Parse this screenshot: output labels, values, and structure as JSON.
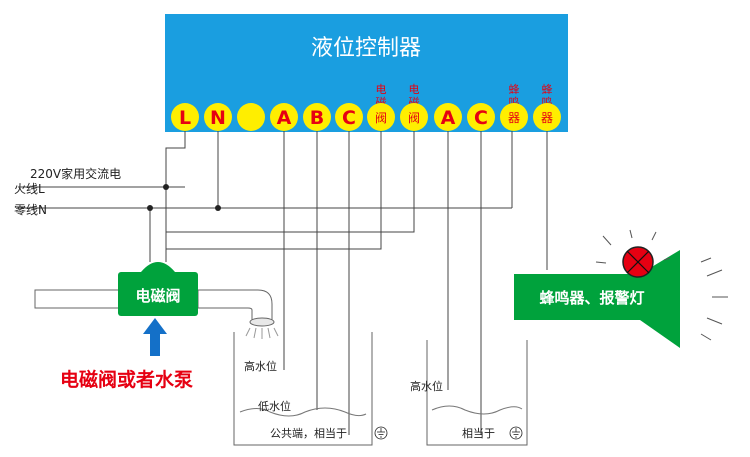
{
  "controller": {
    "title": "液位控制器",
    "terminals": [
      {
        "id": "L",
        "label": "L"
      },
      {
        "id": "N",
        "label": "N"
      },
      {
        "id": "blank",
        "label": ""
      },
      {
        "id": "A1",
        "label": "A"
      },
      {
        "id": "B",
        "label": "B"
      },
      {
        "id": "C1",
        "label": "C"
      },
      {
        "id": "valve1",
        "label": "阀"
      },
      {
        "id": "valve2",
        "label": "阀"
      },
      {
        "id": "A2",
        "label": "A"
      },
      {
        "id": "C2",
        "label": "C"
      },
      {
        "id": "buzzer1",
        "label": "器"
      },
      {
        "id": "buzzer2",
        "label": "器"
      }
    ],
    "top_labels": [
      {
        "target": "valve1",
        "lines": [
          "电",
          "磁"
        ]
      },
      {
        "target": "valve2",
        "lines": [
          "电",
          "磁"
        ]
      },
      {
        "target": "buzzer1",
        "lines": [
          "蜂",
          "鸣"
        ]
      },
      {
        "target": "buzzer2",
        "lines": [
          "蜂",
          "鸣"
        ]
      }
    ]
  },
  "power": {
    "label": "220V家用交流电",
    "live": "火线L",
    "neutral": "零线N"
  },
  "valve": {
    "label": "电磁阀",
    "caption": "电磁阀或者水泵"
  },
  "alarm": {
    "label": "蜂鸣器、报警灯"
  },
  "tank_left": {
    "high": "高水位",
    "low": "低水位",
    "common": "公共端，相当于"
  },
  "tank_right": {
    "high": "高水位",
    "common": "相当于"
  },
  "colors": {
    "controller_blue": "#1a9ee0",
    "terminal_yellow": "#ffee00",
    "terminal_letter_red": "#e60012",
    "valve_green": "#00a23c",
    "caption_red": "#e60012",
    "arrow_blue": "#1470c8",
    "lamp_red": "#e60012"
  }
}
